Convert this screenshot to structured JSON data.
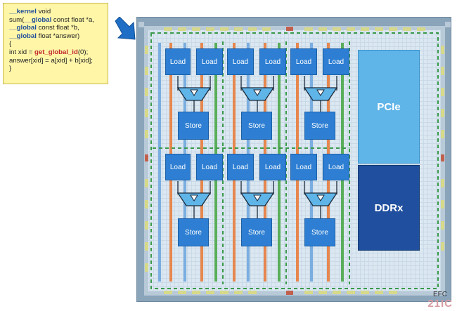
{
  "code": {
    "line1_kw": "__kernel",
    "line1_rest": " void",
    "line2_pre": "sum(",
    "line2_kw": "__global",
    "line2_rest": " const float *a,",
    "line3_kw": "__global",
    "line3_rest": " const float *b,",
    "line4_kw": "__global",
    "line4_rest": " float *answer)",
    "line5": "{",
    "line6_pre": "int xid = ",
    "line6_fn": "get_global_id",
    "line6_rest": "(0);",
    "line7": "answer[xid] = a[xid] + b[xid];",
    "line8": "}"
  },
  "blocks": {
    "load": "Load",
    "store": "Store",
    "pcie": "PCIe",
    "ddr": "DDRx"
  },
  "watermark": {
    "text": "21IC",
    "sub": "EFC"
  },
  "colors": {
    "chip": "#8aa4ba",
    "block": "#2e7fd3",
    "pcie": "#5fb4e8",
    "ddr": "#1f4f9e",
    "code_bg": "#fff6a8"
  }
}
